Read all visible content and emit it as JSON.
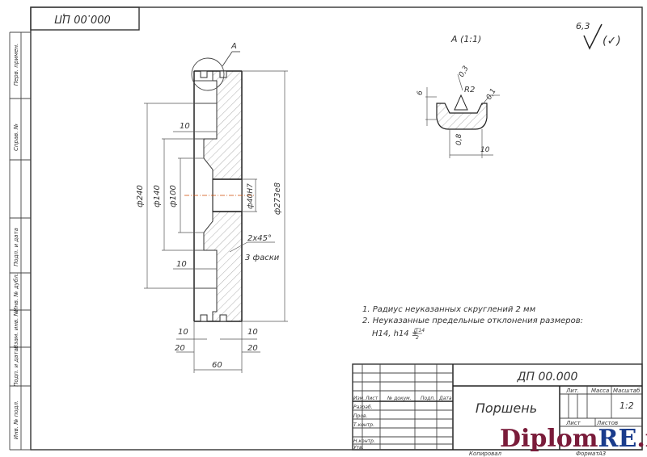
{
  "doc_code_rotated": "000.00 ЦП",
  "roughness": {
    "value": "6,3",
    "suffix": "(✓)"
  },
  "detail_view": {
    "title": "А (1:1)",
    "labels": [
      "0,3",
      "R2",
      "0,1",
      "6",
      "0,8",
      "10"
    ]
  },
  "main_view": {
    "callout": "А",
    "dims": {
      "d240": "ф240",
      "d140": "ф140",
      "d100": "ф100",
      "bore": "ф40Н7",
      "outer": "ф273e8",
      "w10_top": "10",
      "w10_mid": "10",
      "w10_bl": "10",
      "w20_bl": "20",
      "w10_br": "10",
      "w20_br": "20",
      "w60": "60",
      "chamfer": "2х45°",
      "chamfer_note": "3 фаски"
    }
  },
  "notes": [
    "1. Радиус неуказанных скруглений 2 мм",
    "2. Неуказанные предельные отклонения размеров:",
    "H14, h14 ±"
  ],
  "note_tolerance": {
    "num": "IT14",
    "den": "2"
  },
  "left_strip": [
    "Перв. примен.",
    "Справ. №",
    "Подп. и дата",
    "Инв. № дубл.",
    "Взам. инв. №",
    "Подп. и дата",
    "Инв. № подл."
  ],
  "title_block": {
    "doc_number": "ДП 00.000",
    "part_name": "Поршень",
    "col_headers": [
      "Изм.",
      "Лист",
      "№ докум.",
      "Подп.",
      "Дата"
    ],
    "roles": [
      "Разраб.",
      "Пров.",
      "Т.контр.",
      "Н.контр.",
      "Утв."
    ],
    "lit_label": "Лит.",
    "mass_label": "Масса",
    "scale_label": "Масштаб",
    "scale_value": "1:2",
    "sheet_label": "Лист",
    "sheets_label": "Листов",
    "copied": "Копировал",
    "format_label": "Формат",
    "format_value": "А3"
  },
  "watermark": {
    "main": "Diplom",
    "accent": "RE",
    "tail": ".ru"
  }
}
